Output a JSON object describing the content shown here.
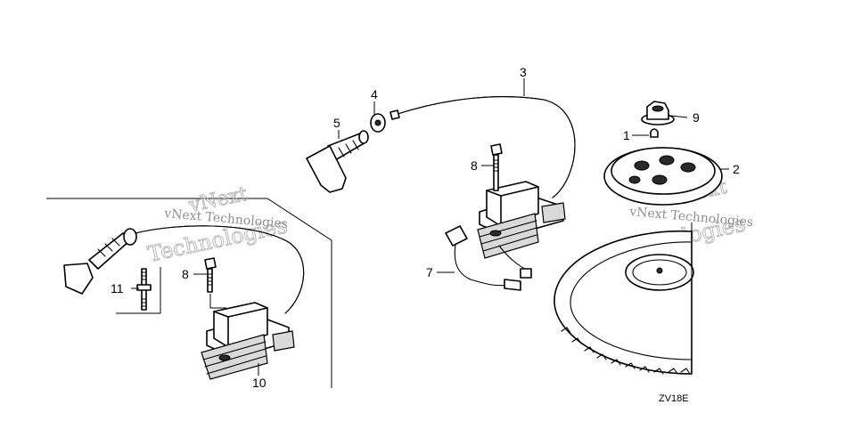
{
  "diagram": {
    "callouts": [
      "1",
      "2",
      "3",
      "4",
      "5",
      "7",
      "8",
      "8",
      "9",
      "10",
      "11"
    ],
    "code": "ZV18E",
    "watermark": {
      "line1": "vNext",
      "line2": "Technologies",
      "caption": "vNext Technologies"
    },
    "colors": {
      "ink": "#000000",
      "paper": "#ffffff",
      "watermark": "#b3b3b3"
    }
  }
}
